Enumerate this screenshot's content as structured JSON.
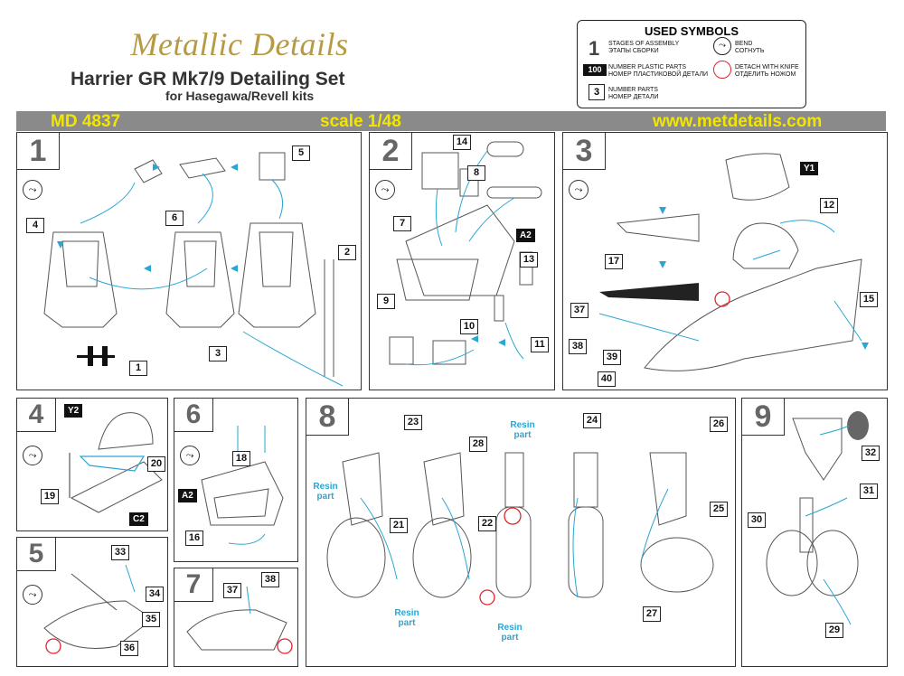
{
  "header": {
    "brand": "Metallic Details",
    "title": "Harrier GR Mk7/9 Detailing Set",
    "subtitle": "for Hasegawa/Revell kits"
  },
  "symbols": {
    "title": "USED SYMBOLS",
    "stages_en": "STAGES OF ASSEMBLY",
    "stages_ru": "ЭТАПЫ СБОРКИ",
    "stages_icon": "1",
    "plastic_en": "NUMBER PLASTIC PARTS",
    "plastic_ru": "НОМЕР ПЛАСТИКОВОЙ ДЕТАЛИ",
    "plastic_icon": "100",
    "parts_en": "NUMBER PARTS",
    "parts_ru": "НОМЕР ДЕТАЛИ",
    "parts_icon": "3",
    "bend_en": "BEND",
    "bend_ru": "СОГНУТЬ",
    "detach_en": "DETACH WITH KNIFE",
    "detach_ru": "ОТДЕЛИТЬ НОЖОМ"
  },
  "banner": {
    "code": "MD 4837",
    "scale": "scale 1/48",
    "url": "www.metdetails.com"
  },
  "steps": {
    "s1": {
      "num": "1",
      "parts": [
        "5",
        "6",
        "4",
        "2",
        "3",
        "1"
      ]
    },
    "s2": {
      "num": "2",
      "parts": [
        "14",
        "8",
        "7",
        "13",
        "9",
        "10",
        "11"
      ],
      "tag": "A2"
    },
    "s3": {
      "num": "3",
      "parts": [
        "12",
        "17",
        "15",
        "37",
        "38",
        "39",
        "40"
      ],
      "tag": "Y1"
    },
    "s4": {
      "num": "4",
      "parts": [
        "20",
        "19"
      ],
      "tag": "Y2",
      "tag2": "C2"
    },
    "s5": {
      "num": "5",
      "parts": [
        "33",
        "34",
        "35",
        "36"
      ]
    },
    "s6": {
      "num": "6",
      "parts": [
        "18",
        "16"
      ],
      "tag": "A2"
    },
    "s7": {
      "num": "7",
      "parts": [
        "37",
        "38"
      ]
    },
    "s8": {
      "num": "8",
      "parts": [
        "23",
        "24",
        "26",
        "28",
        "21",
        "22",
        "25",
        "27"
      ],
      "resin": "Resin part"
    },
    "s9": {
      "num": "9",
      "parts": [
        "32",
        "31",
        "30",
        "29"
      ]
    }
  },
  "colors": {
    "accent": "#2aa6d2",
    "banner_bg": "#8a8a8a",
    "banner_text": "#f2e600",
    "brand": "#b69a44",
    "detach": "#e0262a"
  }
}
